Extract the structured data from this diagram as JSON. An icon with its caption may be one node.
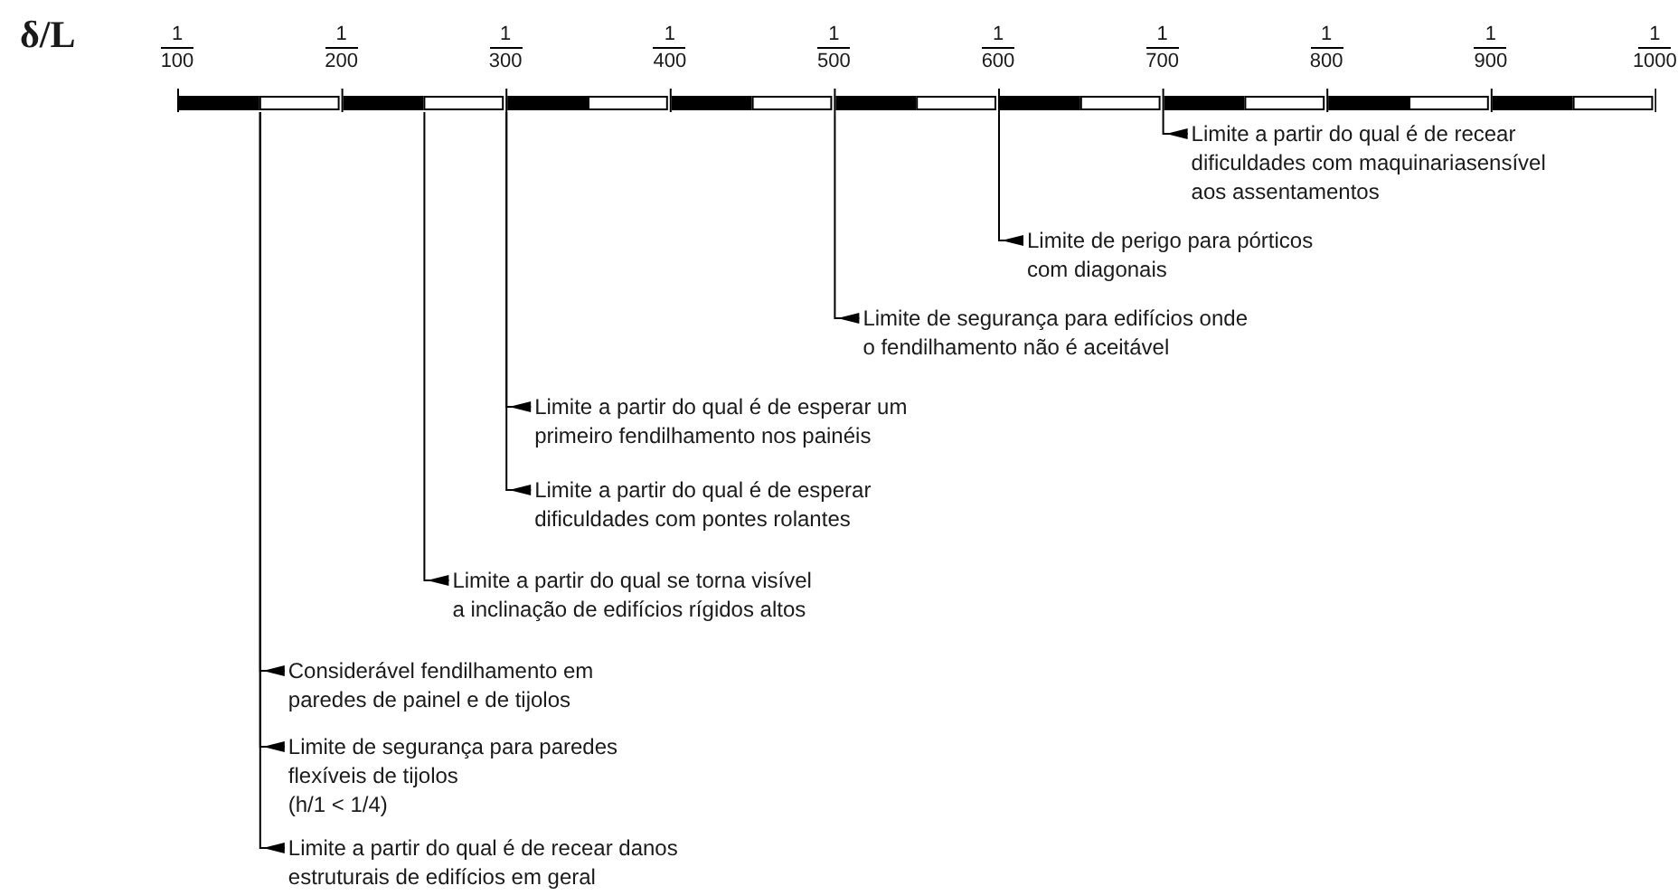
{
  "diagram": {
    "nodes": [
      {
        "text": [],
        "shape": "bar"
      },
      {
        "text": [
          "Limite a partir do qual é de recear dificuldades com maquinariasensível aos assentamentos"
        ]
      },
      {
        "text": [
          "Limite de perigo para pórticos com diagonais"
        ]
      },
      {
        "text": [
          "Limite de segurança para edifícios onde o fendilhamento não é aceitável"
        ]
      },
      {
        "text": [
          "Limite a partir do qual é de esperar um primeiro fendilhamento nos painéis"
        ]
      },
      {
        "text": [
          "Limite a partir do qual é de esperar dificuldades com pontes rolantes"
        ]
      },
      {
        "text": [
          "Limite a partir do qual se torna visível a inclinação de edifícios rígidos altos"
        ]
      },
      {
        "text": [
          "Considerável fendilhamento em paredes de painel e de tijolos"
        ]
      },
      {
        "text": [
          "Limite de segurança para paredes flexíveis de tijolos",
          "(h/1 < 1/4)"
        ]
      },
      {
        "text": [
          "Limite a partir do qual é de recear danos estruturais de edifícios em geral"
        ]
      }
    ],
    "edges": [
      {
        "from": 0,
        "to": 1,
        "arrow": "other"
      },
      {
        "from": 0,
        "to": 2,
        "arrow": "other"
      },
      {
        "from": 0,
        "to": 3,
        "arrow": "other"
      },
      {
        "from": 0,
        "to": 4,
        "arrow": "other"
      },
      {
        "from": 0,
        "to": 5,
        "arrow": "other"
      },
      {
        "from": 0,
        "to": 6,
        "arrow": "other"
      },
      {
        "from": 0,
        "to": 7,
        "arrow": "other"
      },
      {
        "from": 0,
        "to": 8,
        "arrow": "other"
      },
      {
        "from": 0,
        "to": 9,
        "arrow": "other"
      }
    ],
    "labels": [
      "δ/L",
      "1",
      "100",
      "1",
      "200",
      "1",
      "300",
      "1",
      "400",
      "1",
      "500",
      "1",
      "600",
      "1",
      "700",
      "1",
      "800",
      "1",
      "900",
      "1",
      "1000"
    ]
  }
}
